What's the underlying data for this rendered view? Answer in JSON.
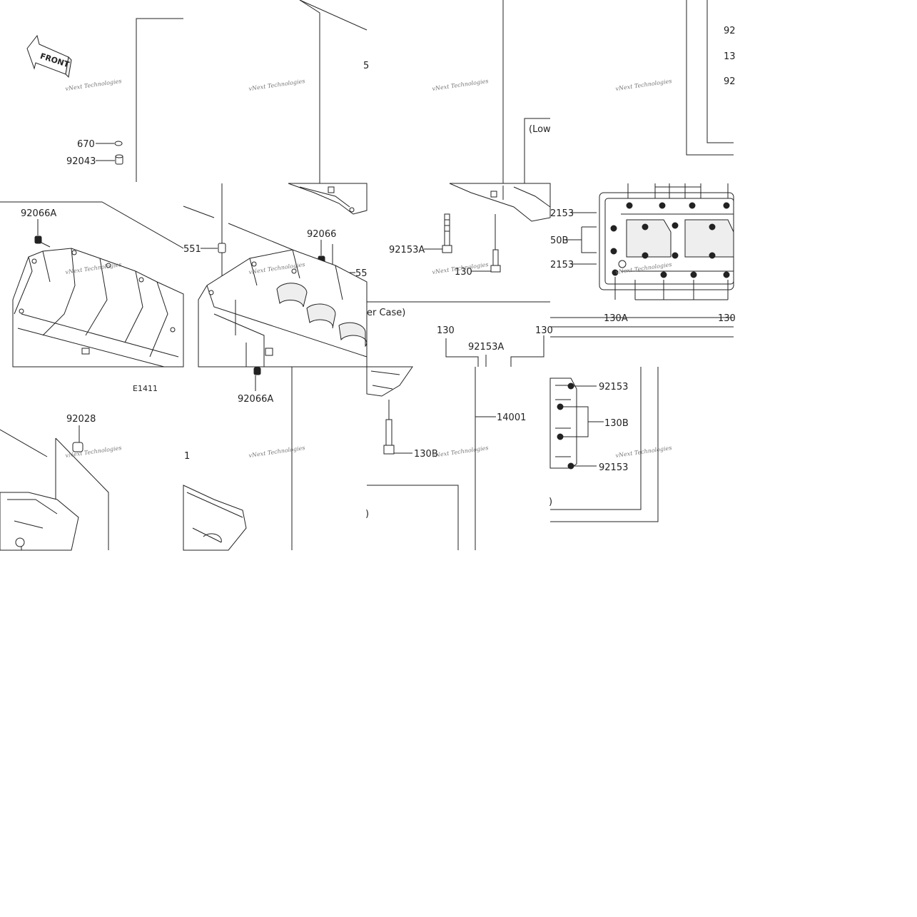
{
  "labels": {
    "front": "FRONT",
    "p670": "670",
    "p92043": "92043",
    "p92066A_a": "92066A",
    "p551": "551",
    "p92066": "92066",
    "p55": "55",
    "p5": "5",
    "p92153A_a": "92153A",
    "p130_a": "130",
    "lower_a": "(Low",
    "p92153_a": "2153",
    "p50B": "50B",
    "p92153_b": "2153",
    "p130A": "130A",
    "p130_b": "130",
    "p92_a": "92",
    "p13": "13",
    "p92_b": "92",
    "er_case": "er Case)",
    "p130_c": "130",
    "p92153A_b": "92153A",
    "p130_d": "130",
    "e1411": "E1411",
    "p92066A_b": "92066A",
    "p92028": "92028",
    "p14001": "14001",
    "p130B_a": "130B",
    "p92153_c": "92153",
    "p130B_b": "130B",
    "p92153_d": "92153",
    "p1": "1",
    "p_paren_a": ")",
    "p_paren_b": ")"
  },
  "watermark": "vNext Technologies",
  "colors": {
    "line": "#222222",
    "watermark": "#777777"
  }
}
